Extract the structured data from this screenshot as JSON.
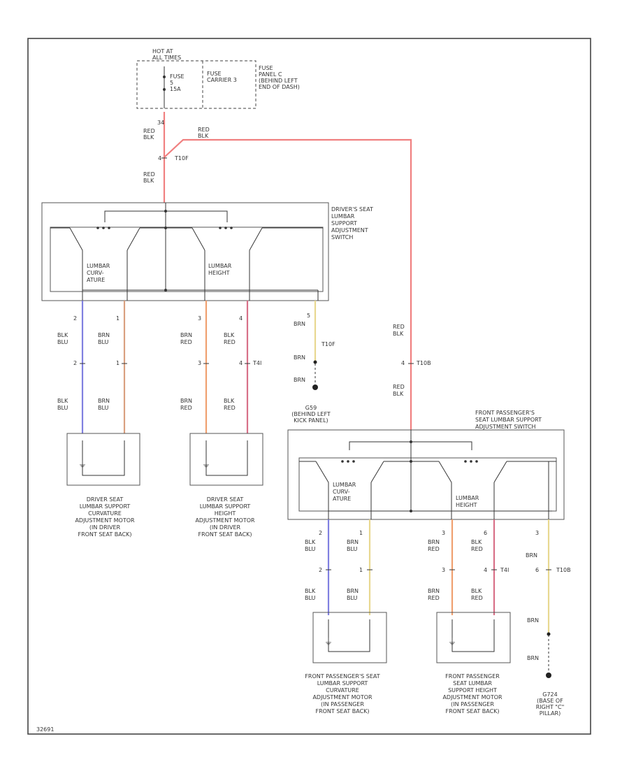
{
  "diagram_id": "32691",
  "power": {
    "hot_at": "HOT AT\nALL TIMES",
    "fuse": "FUSE\n5\n15A",
    "carrier": "FUSE\nCARRIER 3",
    "panel": "FUSE\nPANEL C\n(BEHIND LEFT\nEND OF DASH)"
  },
  "driver_switch": {
    "title": "DRIVER'S SEAT\nLUMBAR\nSUPPORT\nADJUSTMENT\nSWITCH",
    "curvature": "LUMBAR\nCURV-\nATURE",
    "height": "LUMBAR\nHEIGHT"
  },
  "passenger_switch": {
    "title": "FRONT PASSENGER'S\nSEAT LUMBAR SUPPORT\nADJUSTMENT SWITCH",
    "curvature": "LUMBAR\nCURV-\nATURE",
    "height": "LUMBAR\nHEIGHT"
  },
  "wires": {
    "red_blk": "RED\nBLK",
    "blk_blu": "BLK\nBLU",
    "brn_blu": "BRN\nBLU",
    "brn_red": "BRN\nRED",
    "blk_red": "BLK\nRED",
    "brn": "BRN"
  },
  "connectors": {
    "t10f": "T10F",
    "t4i": "T4I",
    "t10b": "T10B",
    "t4l": "T4I"
  },
  "pins": {
    "p34": "34",
    "p4": "4",
    "p1": "1",
    "p2": "2",
    "p3": "3",
    "p5": "5",
    "p6": "6"
  },
  "grounds": {
    "g1": "G59\n(BEHIND LEFT\nKICK PANEL)",
    "g2": "G724\n(BASE OF\nRIGHT \"C\"\nPILLAR)"
  },
  "motors": {
    "driver_curv": "DRIVER SEAT\nLUMBAR SUPPORT\nCURVATURE\nADJUSTMENT MOTOR\n(IN DRIVER\nFRONT SEAT BACK)",
    "driver_height": "DRIVER SEAT\nLUMBAR SUPPORT\nHEIGHT\nADJUSTMENT MOTOR\n(IN DRIVER\nFRONT SEAT BACK)",
    "pass_curv": "FRONT PASSENGER'S SEAT\nLUMBAR SUPPORT\nCURVATURE\nADJUSTMENT MOTOR\n(IN PASSENGER\nFRONT SEAT BACK)",
    "pass_height": "FRONT PASSENGER\nSEAT LUMBAR\nSUPPORT HEIGHT\nADJUSTMENT MOTOR\n(IN PASSENGER\nFRONT SEAT BACK)"
  },
  "colors": {
    "red": "#f08080",
    "blue": "#8080e0",
    "brown": "#d9a080",
    "yellow": "#e8d890",
    "orange": "#f0a070",
    "pinkred": "#d87088"
  }
}
